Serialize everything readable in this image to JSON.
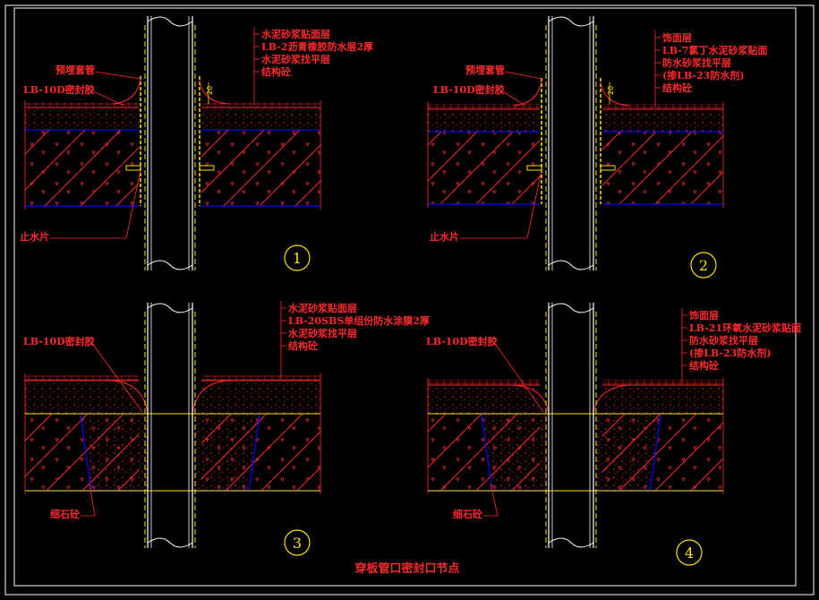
{
  "title": "穿板管口密封口节点",
  "dimension": "20",
  "details": [
    {
      "number": "1",
      "layers": [
        "水泥砂浆贴面层",
        "LB-2沥青橡胶防水层2厚",
        "水泥砂浆找平层",
        "结构砼"
      ],
      "left_labels": [
        "预埋套管",
        "LB-10D密封胶",
        "止水片"
      ]
    },
    {
      "number": "2",
      "layers": [
        "饰面层",
        "LB-7氯丁水泥砂浆贴面",
        "防水砂浆找平层",
        "(掺LB-23防水剂)",
        "结构砼"
      ],
      "left_labels": [
        "预埋套管",
        "LB-10D密封胶",
        "止水片"
      ]
    },
    {
      "number": "3",
      "layers": [
        "水泥砂浆贴面层",
        "LB-20SBS单组份防水涂膜2厚",
        "水泥砂浆找平层",
        "结构砼"
      ],
      "left_labels": [
        "LB-10D密封胶",
        "细石砼"
      ]
    },
    {
      "number": "4",
      "layers": [
        "饰面层",
        "LB-21环氧水泥砂浆贴面",
        "防水砂浆找平层",
        "(掺LB-23防水剂)",
        "结构砼"
      ],
      "left_labels": [
        "LB-10D密封胶",
        "细石砼"
      ]
    }
  ],
  "colors": {
    "background": "#000000",
    "frame": "#ffffff",
    "hatch": "#ff2a2a",
    "pipe": "#ffffff",
    "sleeve": "#ffe000",
    "waterproof": "#0000ff",
    "text": "#ff2a2a"
  }
}
